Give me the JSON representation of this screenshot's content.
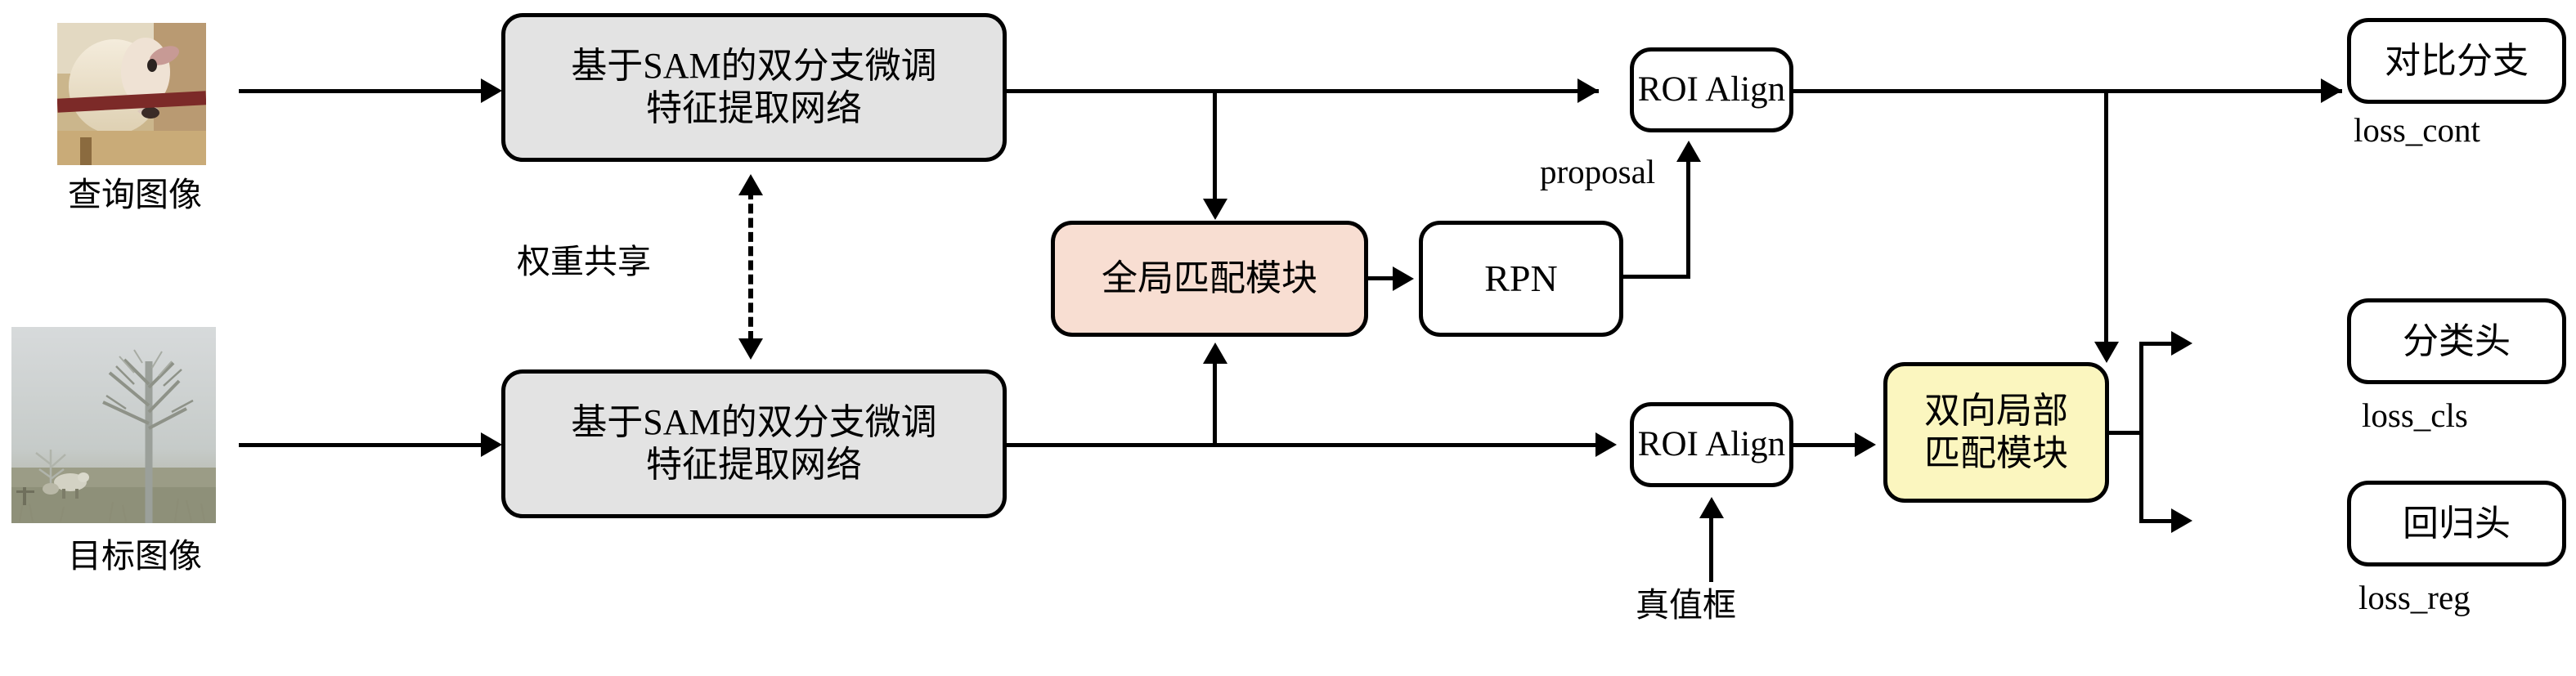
{
  "figure": {
    "type": "architecture-diagram",
    "title": "",
    "background_color": "#ffffff"
  },
  "colors": {
    "backbone_fill": "#e3e3e3",
    "global_match_fill": "#f8ded2",
    "local_match_fill": "#fbf6bf",
    "plain_fill": "#ffffff",
    "stroke": "#000000"
  },
  "inputs": {
    "query": {
      "caption": "查询图像",
      "image_alt": "sheep-photo"
    },
    "target": {
      "caption": "目标图像",
      "image_alt": "foggy-field-with-tree-and-sheep-photo"
    }
  },
  "nodes": {
    "backbone_top": {
      "line1": "基于SAM的双分支微调",
      "line2": "特征提取网络",
      "fill": "#e3e3e3"
    },
    "backbone_bottom": {
      "line1": "基于SAM的双分支微调",
      "line2": "特征提取网络",
      "fill": "#e3e3e3"
    },
    "global_match": {
      "line1": "全局匹配模块",
      "fill": "#f8ded2"
    },
    "rpn": {
      "line1": "RPN",
      "fill": "#ffffff"
    },
    "roi_align_top": {
      "line1": "ROI Align",
      "fill": "#ffffff"
    },
    "roi_align_bottom": {
      "line1": "ROI Align",
      "fill": "#ffffff"
    },
    "local_match": {
      "line1": "双向局部",
      "line2": "匹配模块",
      "fill": "#fbf6bf"
    },
    "contrast_branch": {
      "line1": "对比分支",
      "fill": "#ffffff"
    },
    "cls_head": {
      "line1": "分类头",
      "fill": "#ffffff"
    },
    "reg_head": {
      "line1": "回归头",
      "fill": "#ffffff"
    }
  },
  "edge_labels": {
    "weight_sharing": "权重共享",
    "proposal": "proposal",
    "gt_box": "真值框"
  },
  "losses": {
    "contrast": "loss_cont",
    "classification": "loss_cls",
    "regression": "loss_reg"
  }
}
